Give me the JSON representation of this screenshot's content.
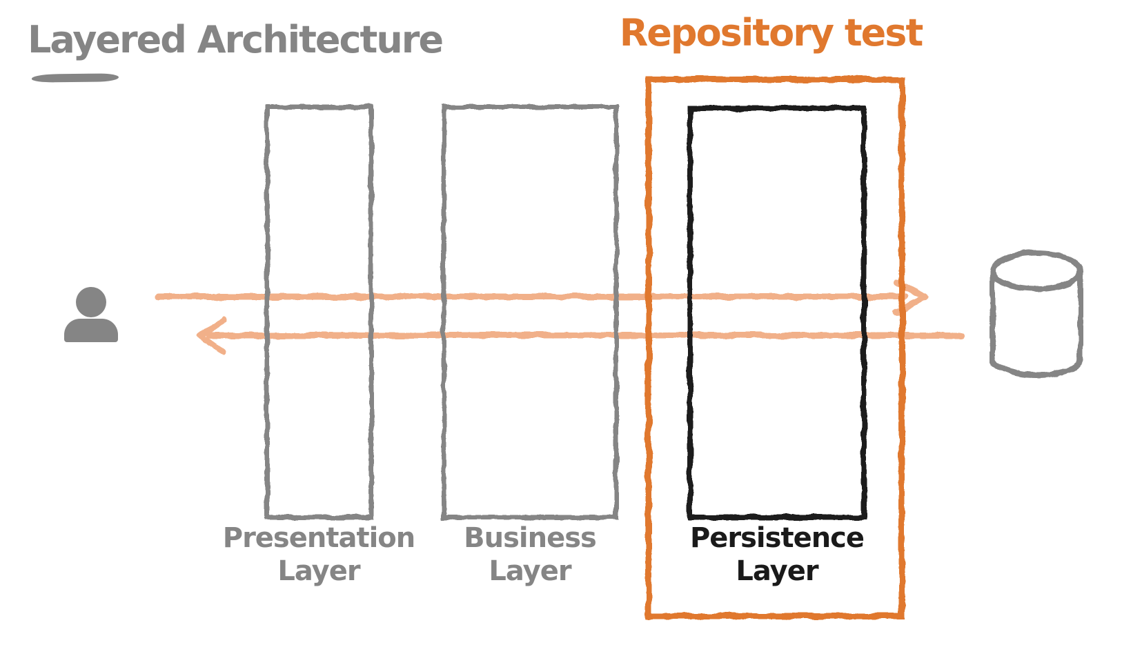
{
  "titles": {
    "main": "Layered Architecture",
    "highlight": "Repository test"
  },
  "layers": [
    {
      "label": "Presentation\nLayer",
      "highlighted": false
    },
    {
      "label": "Business\nLayer",
      "highlighted": false
    },
    {
      "label": "Persistence\nLayer",
      "highlighted": true
    }
  ],
  "highlight_box": {
    "label": "Repository test",
    "surrounds": "Persistence Layer"
  },
  "icons": {
    "left_actor": "person-icon",
    "right_datastore": "database-icon"
  },
  "arrows": [
    {
      "name": "request-arrow",
      "direction": "left-to-right",
      "from": "person",
      "to": "database"
    },
    {
      "name": "response-arrow",
      "direction": "right-to-left",
      "from": "database",
      "to": "person"
    }
  ],
  "colors": {
    "gray": "#858585",
    "black": "#1a1a1a",
    "orange": "#e0782e",
    "arrow": "#f1b089",
    "background": "#ffffff"
  }
}
